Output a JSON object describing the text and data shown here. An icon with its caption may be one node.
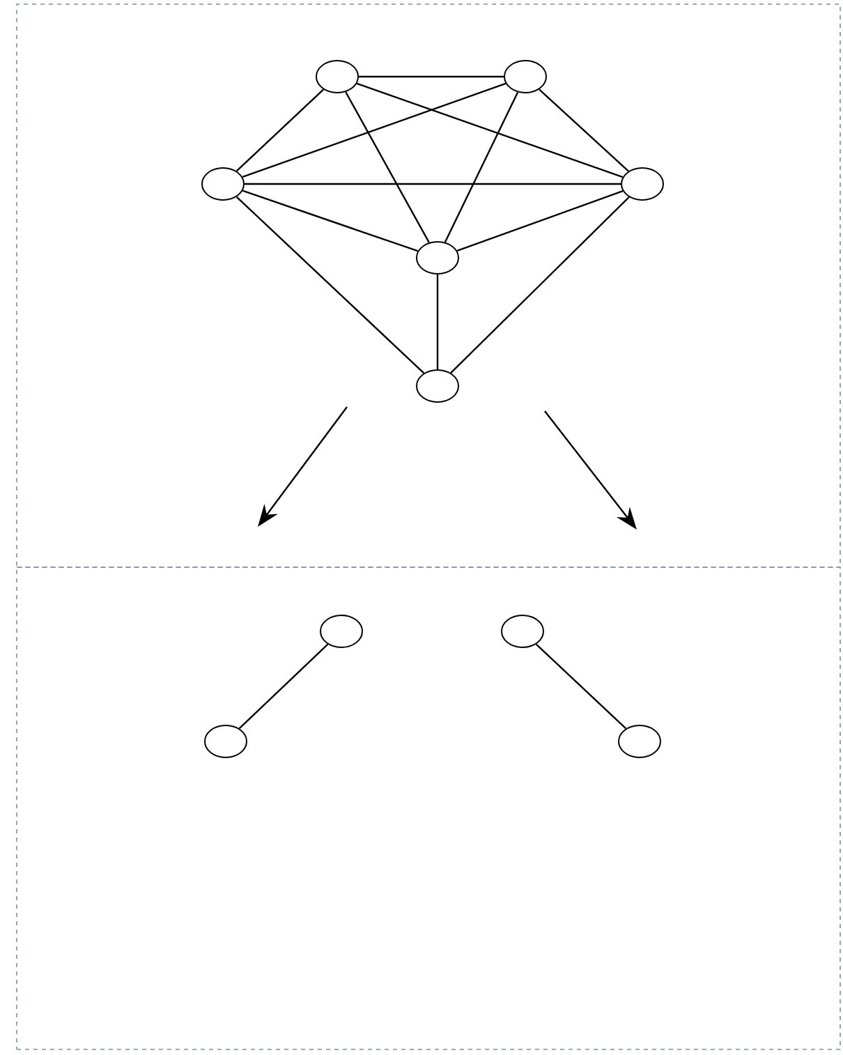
{
  "diagram": {
    "nodes": [
      {
        "text": [],
        "shape": "box"
      },
      {
        "text": [],
        "shape": "circle",
        "in": 0
      },
      {
        "text": [],
        "shape": "circle",
        "in": 0
      },
      {
        "text": [],
        "shape": "circle",
        "in": 0
      },
      {
        "text": [],
        "shape": "circle",
        "in": 0
      },
      {
        "text": [],
        "shape": "circle",
        "in": 0
      },
      {
        "text": [],
        "shape": "circle",
        "in": 0
      },
      {
        "text": [],
        "shape": "box"
      },
      {
        "text": [],
        "shape": "circle",
        "in": 7
      },
      {
        "text": [],
        "shape": "circle",
        "in": 7
      },
      {
        "text": [],
        "shape": "circle",
        "in": 7
      },
      {
        "text": [],
        "shape": "circle",
        "in": 7
      }
    ],
    "edges": [
      {
        "from": 1,
        "to": 2,
        "arrow": "none"
      },
      {
        "from": 1,
        "to": 3,
        "arrow": "none"
      },
      {
        "from": 1,
        "to": 4,
        "arrow": "none"
      },
      {
        "from": 1,
        "to": 5,
        "arrow": "none"
      },
      {
        "from": 2,
        "to": 3,
        "arrow": "none"
      },
      {
        "from": 2,
        "to": 4,
        "arrow": "none"
      },
      {
        "from": 2,
        "to": 5,
        "arrow": "none"
      },
      {
        "from": 3,
        "to": 4,
        "arrow": "none"
      },
      {
        "from": 3,
        "to": 5,
        "arrow": "none"
      },
      {
        "from": 3,
        "to": 6,
        "arrow": "none"
      },
      {
        "from": 4,
        "to": 5,
        "arrow": "none"
      },
      {
        "from": 4,
        "to": 6,
        "arrow": "none"
      },
      {
        "from": 5,
        "to": 6,
        "arrow": "none"
      },
      {
        "from": 8,
        "to": 10,
        "arrow": "none"
      },
      {
        "from": 9,
        "to": 11,
        "arrow": "none"
      }
    ]
  }
}
